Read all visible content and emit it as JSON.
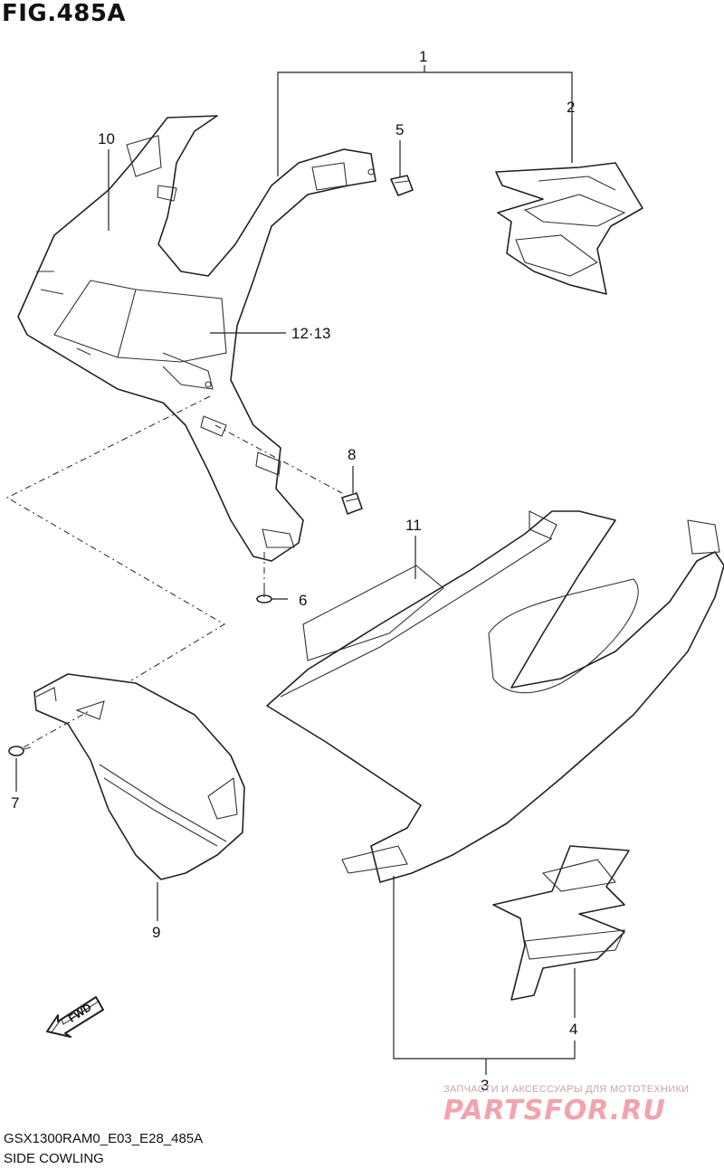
{
  "figure": {
    "title": "FIG.485A",
    "code": "GSX1300RAM0_E03_E28_485A",
    "name": "SIDE COWLING"
  },
  "callouts": {
    "c1": "1",
    "c2": "2",
    "c3": "3",
    "c4": "4",
    "c5": "5",
    "c6": "6",
    "c7": "7",
    "c8": "8",
    "c9": "9",
    "c10": "10",
    "c11": "11",
    "c12_13": "12·13"
  },
  "direction_badge": "FWD",
  "watermark": {
    "tagline": "ЗАПЧАСТИ И АКСЕССУАРЫ ДЛЯ МОТОТЕХНИКИ",
    "site": "PARTSFOR.RU"
  },
  "colors": {
    "ink": "#222222",
    "watermark": "#f2a3ad",
    "background": "#ffffff"
  }
}
